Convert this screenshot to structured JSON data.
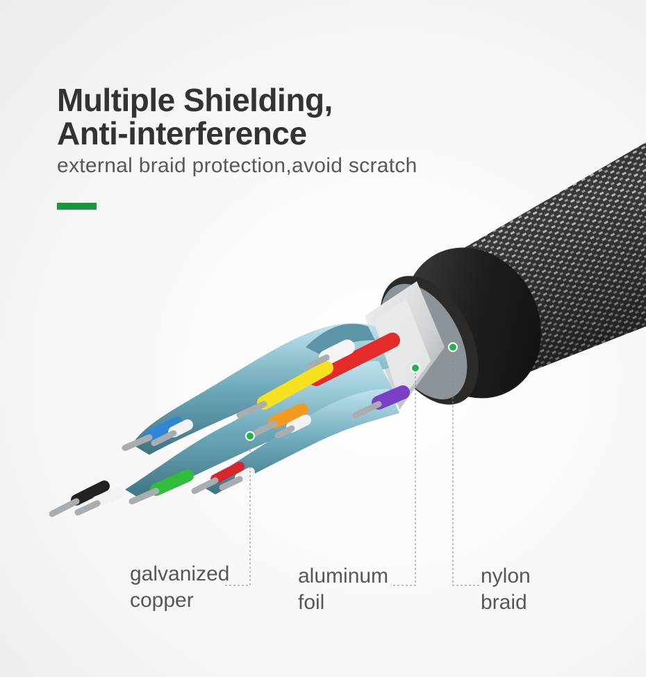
{
  "heading": {
    "title_line1": "Multiple Shielding,",
    "title_line2": "Anti-interference",
    "subtitle": "external braid protection,avoid scratch"
  },
  "labels": [
    {
      "line1": "galvanized",
      "line2": "copper"
    },
    {
      "line1": "aluminum",
      "line2": "foil"
    },
    {
      "line1": "nylon",
      "line2": "braid"
    }
  ],
  "colors": {
    "accent": "#1a9640",
    "title": "#333333",
    "text": "#575757",
    "marker": "#22b34a"
  }
}
